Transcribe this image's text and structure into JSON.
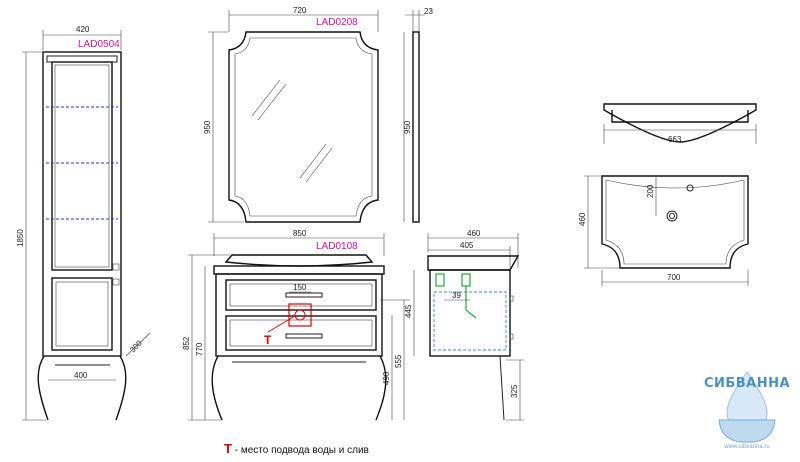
{
  "column": {
    "code": "LAD0504",
    "width": "420",
    "height": "1850",
    "base_width": "400",
    "depth": "300"
  },
  "mirror": {
    "code": "LAD0208",
    "width": "720",
    "height": "950",
    "side_height": "950",
    "depth": "23"
  },
  "vanity": {
    "code": "LAD0108",
    "width": "850",
    "height_total": "852",
    "height_body": "770",
    "height_lower": "555",
    "height_leg": "490",
    "pipe_offset": "150",
    "pipe_height": "39"
  },
  "vanity_side": {
    "depth_total": "460",
    "depth_body": "405",
    "height_drawers": "445",
    "height_leg": "325"
  },
  "basin": {
    "width_top": "663",
    "width_plan": "700",
    "depth_plan": "460",
    "drain_offset": "200"
  },
  "legend": {
    "marker": "T",
    "text": "- место подвода воды и слив"
  },
  "logo": {
    "name": "СИБВАННА",
    "url": "www.sibvanna.ru"
  }
}
